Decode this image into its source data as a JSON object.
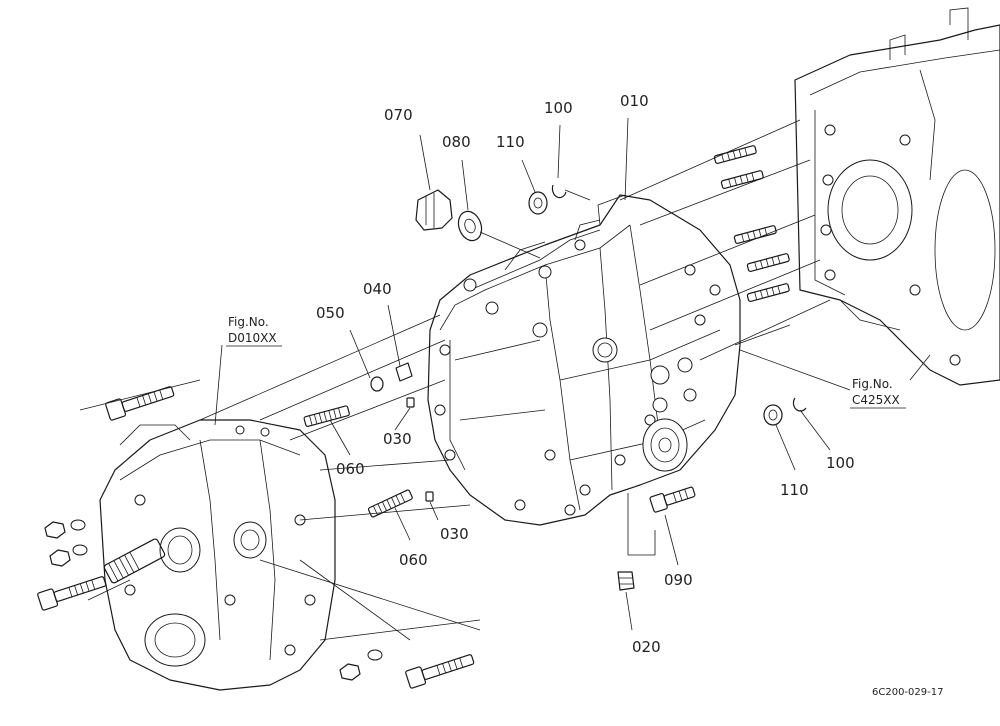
{
  "parts": [
    {
      "label": "070"
    },
    {
      "label": "080"
    },
    {
      "label": "110"
    },
    {
      "label": "100"
    },
    {
      "label": "010"
    },
    {
      "label": "050"
    },
    {
      "label": "040"
    },
    {
      "label": "030"
    },
    {
      "label": "060"
    },
    {
      "label": "030"
    },
    {
      "label": "060"
    },
    {
      "label": "110"
    },
    {
      "label": "100"
    },
    {
      "label": "090"
    },
    {
      "label": "020"
    }
  ],
  "references": [
    {
      "title": "Fig.No.",
      "code": "D010XX"
    },
    {
      "title": "Fig.No.",
      "code": "C425XX"
    }
  ],
  "drawing_code": "6C200-029-17"
}
